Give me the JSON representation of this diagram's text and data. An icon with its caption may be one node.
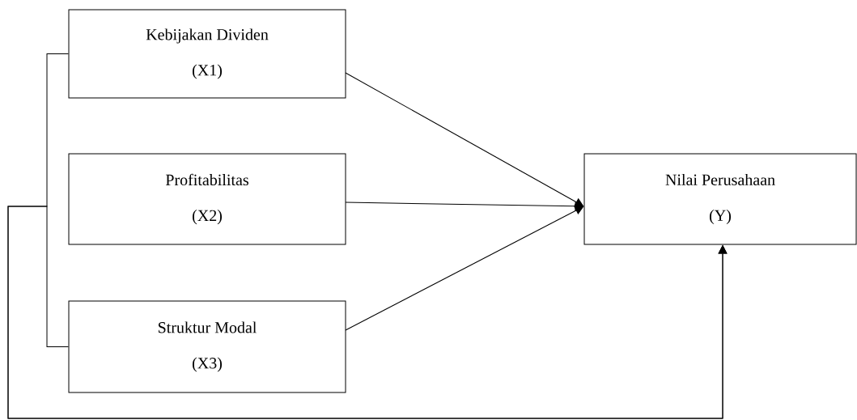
{
  "diagram": {
    "nodes": [
      {
        "text": [
          "Kebijakan Dividen",
          "(X1)"
        ]
      },
      {
        "text": [
          "Profitabilitas",
          "(X2)"
        ]
      },
      {
        "text": [
          "Struktur Modal",
          "(X3)"
        ]
      },
      {
        "text": [
          "Nilai Perusahaan",
          "(Y)"
        ]
      }
    ],
    "edges": [
      {
        "from": 0,
        "to": 3,
        "arrow": "to"
      },
      {
        "from": 1,
        "to": 3,
        "arrow": "to"
      },
      {
        "from": 2,
        "to": 3,
        "arrow": "to"
      },
      {
        "from": 0,
        "to": 3,
        "arrow": "to"
      },
      {
        "from": 2,
        "to": 3,
        "arrow": "to"
      }
    ]
  }
}
